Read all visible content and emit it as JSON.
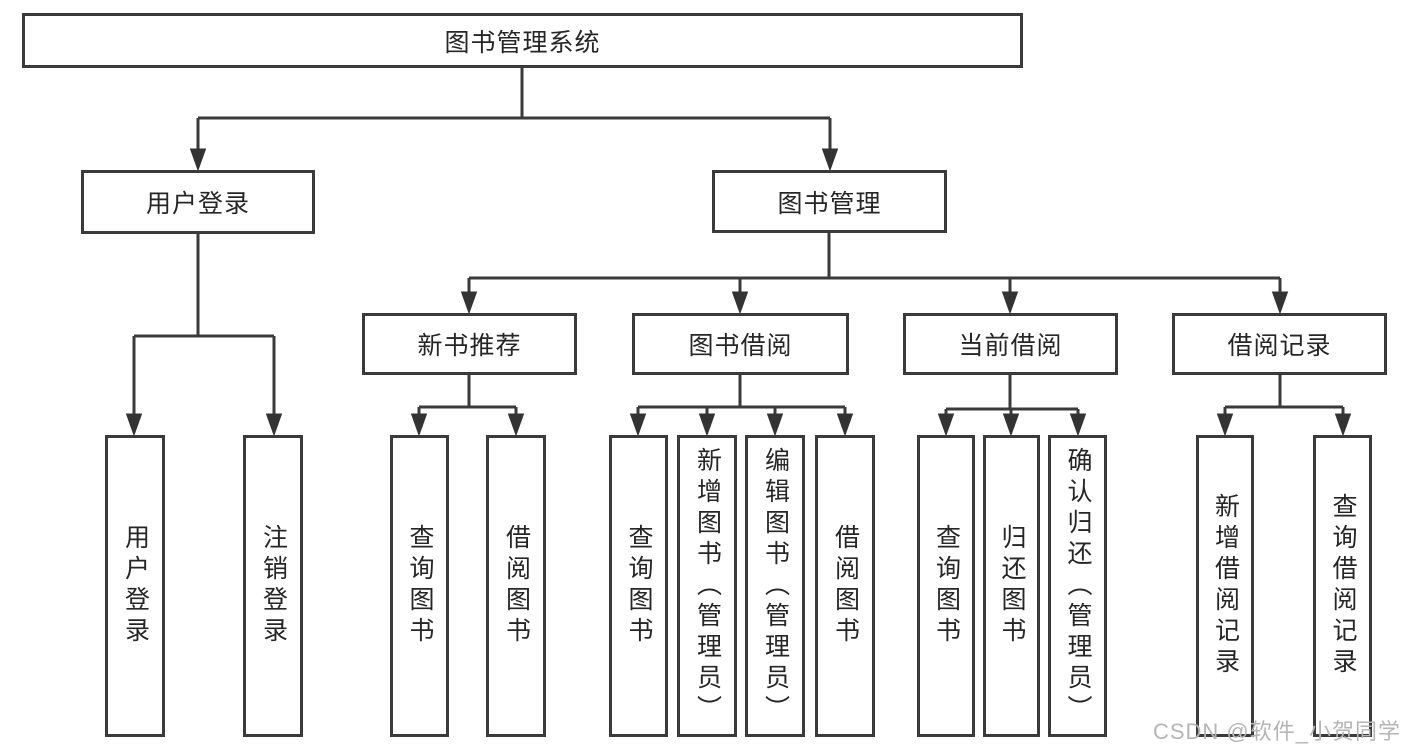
{
  "palette": {
    "line": "#3a3a3a",
    "box_border": "#3a3a3a",
    "text": "#262626",
    "watermark_color": "#b5b5b5",
    "background": "#ffffff"
  },
  "watermark": {
    "text": "CSDN @软件_小贺同学"
  },
  "tree": {
    "label": "图书管理系统",
    "children": [
      {
        "label": "用户登录",
        "children": [
          {
            "label": "用户登录"
          },
          {
            "label": "注销登录"
          }
        ]
      },
      {
        "label": "图书管理",
        "children": [
          {
            "label": "新书推荐",
            "children": [
              {
                "label": "查询图书"
              },
              {
                "label": "借阅图书"
              }
            ]
          },
          {
            "label": "图书借阅",
            "children": [
              {
                "label": "查询图书"
              },
              {
                "label": "新增图书（管理员）"
              },
              {
                "label": "编辑图书（管理员）"
              },
              {
                "label": "借阅图书"
              }
            ]
          },
          {
            "label": "当前借阅",
            "children": [
              {
                "label": "查询图书"
              },
              {
                "label": "归还图书"
              },
              {
                "label": "确认归还（管理员）"
              }
            ]
          },
          {
            "label": "借阅记录",
            "children": [
              {
                "label": "新增借阅记录"
              },
              {
                "label": "查询借阅记录"
              }
            ]
          }
        ]
      }
    ]
  }
}
